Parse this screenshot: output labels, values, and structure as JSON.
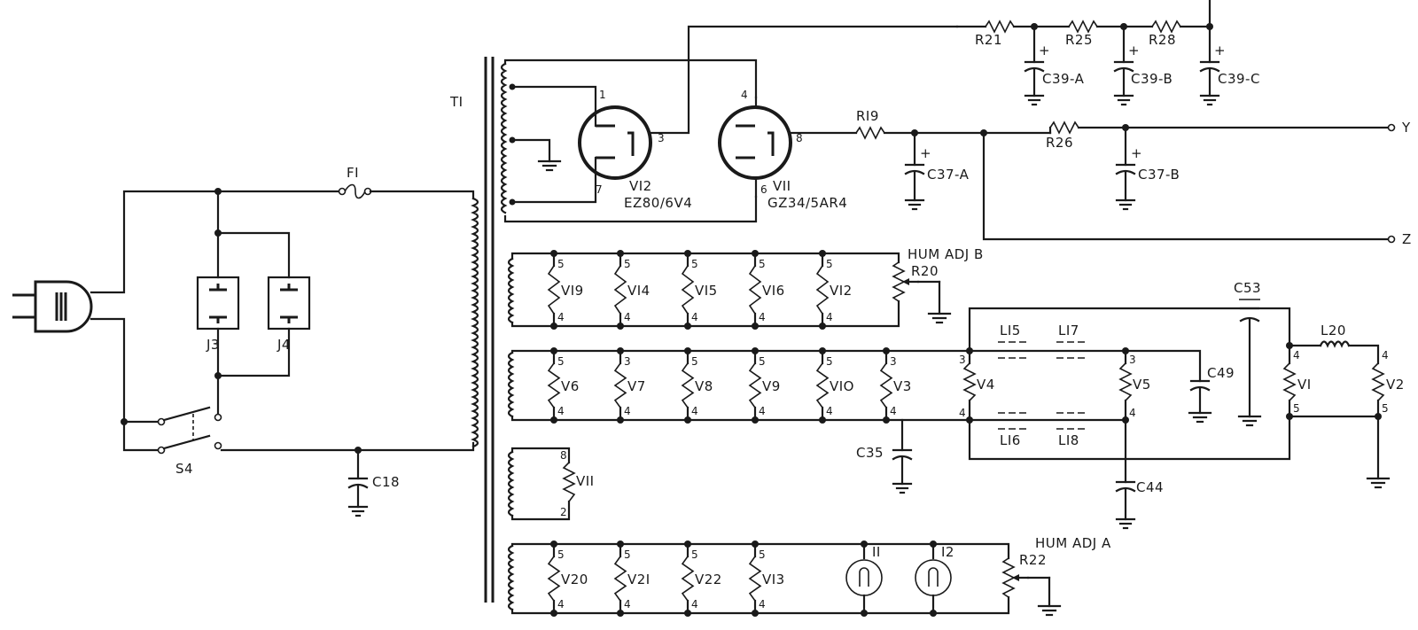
{
  "labels": {
    "t1": "TI",
    "f1": "FI",
    "s4": "S4",
    "j3": "J3",
    "j4": "J4",
    "c18": "C18",
    "v12_name": "VI2",
    "v12_type": "EZ80/6V4",
    "v11_name": "VII",
    "v11_type": "GZ34/5AR4",
    "r19": "RI9",
    "r21": "R21",
    "r25": "R25",
    "r28": "R28",
    "r26": "R26",
    "r20": "R20",
    "r22": "R22",
    "c39a": "C39-A",
    "c39b": "C39-B",
    "c39c": "C39-C",
    "c37a": "C37-A",
    "c37b": "C37-B",
    "c35": "C35",
    "c44": "C44",
    "c49": "C49",
    "c53": "C53",
    "l15": "LI5",
    "l16": "LI6",
    "l17": "LI7",
    "l18": "LI8",
    "l20": "L20",
    "hum_b": "HUM ADJ B",
    "hum_a": "HUM ADJ A",
    "out_y": "Y",
    "out_z": "Z",
    "i1": "II",
    "i2": "I2",
    "v11_winding": "VII",
    "plus": "+"
  },
  "heater_row1": [
    "VI9",
    "VI4",
    "VI5",
    "VI6",
    "VI2"
  ],
  "heater_row2": [
    "V6",
    "V7",
    "V8",
    "V9",
    "VIO",
    "V3"
  ],
  "heater_row2_right": [
    "V4",
    "V5",
    "VI",
    "V2"
  ],
  "heater_row4": [
    "V20",
    "V2I",
    "V22",
    "VI3"
  ],
  "pins": {
    "p1": "1",
    "p3": "3",
    "p7": "7",
    "p4": "4",
    "p6": "6",
    "p8": "8",
    "p2": "2",
    "p5": "5"
  }
}
